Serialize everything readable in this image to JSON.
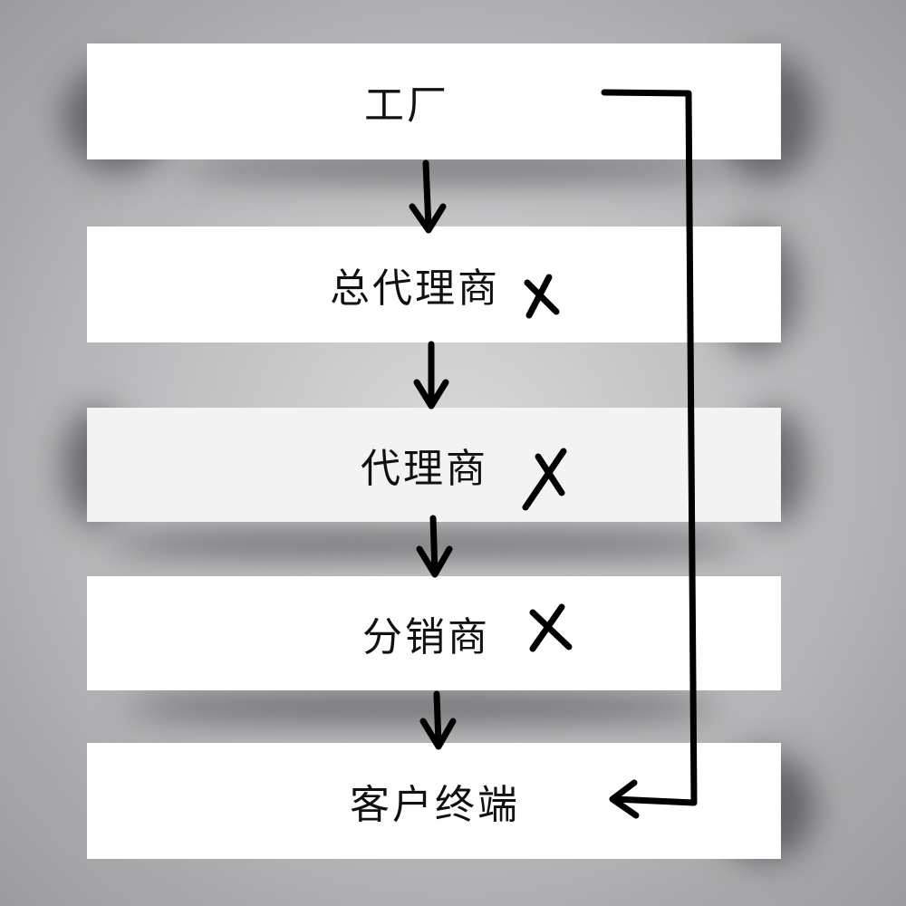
{
  "diagram": {
    "title": "",
    "stages": [
      {
        "id": "factory",
        "label": "工厂",
        "crossed": false
      },
      {
        "id": "general-agent",
        "label": "总代理商",
        "crossed": true
      },
      {
        "id": "agent",
        "label": "代理商",
        "crossed": true
      },
      {
        "id": "distributor",
        "label": "分销商",
        "crossed": true
      },
      {
        "id": "customer",
        "label": "客户终端",
        "crossed": false
      }
    ],
    "flow": [
      {
        "from": "factory",
        "to": "general-agent"
      },
      {
        "from": "general-agent",
        "to": "agent"
      },
      {
        "from": "agent",
        "to": "distributor"
      },
      {
        "from": "distributor",
        "to": "customer"
      },
      {
        "from": "factory",
        "to": "customer",
        "type": "direct-bypass"
      }
    ],
    "colors": {
      "background": "#bfbfc1",
      "panel": "#ffffff",
      "ink": "#000000"
    }
  }
}
